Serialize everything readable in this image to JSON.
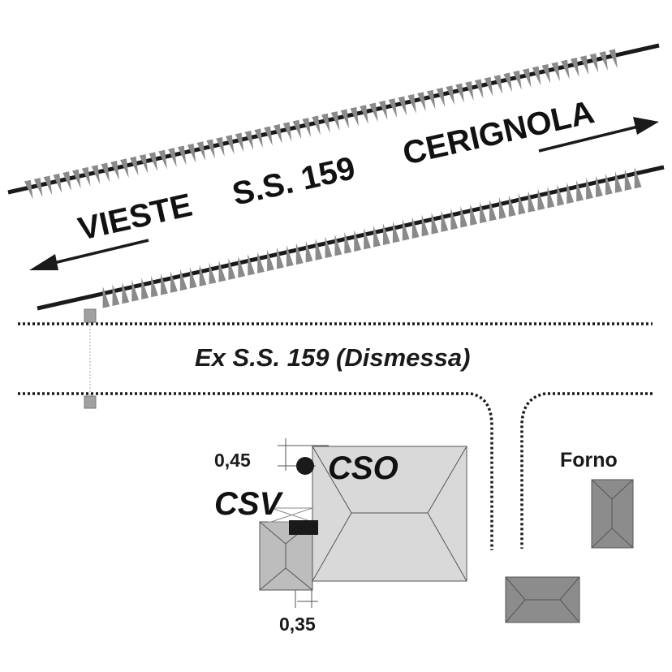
{
  "road": {
    "left_destination": "VIESTE",
    "road_name": "S.S. 159",
    "right_destination": "CERIGNOLA"
  },
  "old_road": {
    "label": "Ex S.S. 159 (Dismessa)"
  },
  "markers": {
    "cso_label": "CSO",
    "csv_label": "CSV",
    "cso_offset": "0,45",
    "csv_offset": "0,35"
  },
  "buildings": {
    "forno_label": "Forno"
  },
  "colors": {
    "road_line": "#1a1a1a",
    "embankment": "#8a8a8a",
    "building_main": "#d9d9d9",
    "building_small": "#bdbdbd",
    "building_dark": "#8c8c8c",
    "marker": "#1a1a1a"
  }
}
